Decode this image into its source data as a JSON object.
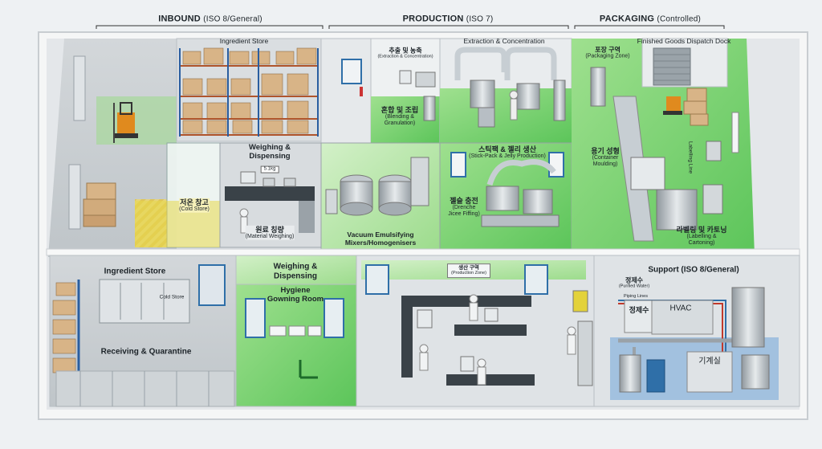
{
  "zones": {
    "inbound": {
      "name": "INBOUND",
      "qualifier": "(ISO 8/General)"
    },
    "production": {
      "name": "PRODUCTION",
      "qualifier": "(ISO 7)"
    },
    "packaging": {
      "name": "PACKAGING",
      "qualifier": "(Controlled)"
    }
  },
  "rooms": {
    "ingredient_store_top": "Ingredient Store",
    "weighing_top": "Weighing &\nDispensing",
    "weighing_tag": "5.1kg",
    "cold_store": {
      "ko": "저온 창고",
      "en": "(Cold Store)"
    },
    "material_weighing": {
      "ko": "원료 칭량",
      "en": "(Material Weighing)"
    },
    "extraction_small": {
      "ko": "추출 및 농축",
      "en": "(Extraction & Concentration)"
    },
    "blending": {
      "ko": "혼합 및 조립",
      "en": "(Blending &\nGranulation)"
    },
    "extraction_main": "Extraction & Concentration",
    "vacuum": "Vacuum Emulsifying\nMixers/Homogenisers",
    "stickpack": {
      "ko": "스틱팩 & 젤리 생산",
      "en": "(Stick-Pack & Jelly Production)"
    },
    "juice": {
      "ko": "젤슬 충전",
      "en": "(Drenche\nJicee Fiffing)"
    },
    "packaging_zone": {
      "ko": "포장 구역",
      "en": "(Packaging Zone)"
    },
    "dispatch": "Finished Goods Dispatch Dock",
    "container": {
      "ko": "용기 성형",
      "en": "(Container\nMoulding)"
    },
    "labelling": {
      "ko": "라벨링 및 카토닝",
      "en": "(Labelling &\nCartoning)"
    },
    "conveyor_sign": "Labelling Line",
    "ingredient_store_bottom": "Ingredient Store",
    "cold_store_unit": "Cold Store",
    "receiving": "Receiving & Quarantine",
    "weighing_bottom": "Weighing &\nDispensing",
    "gowning": "Hygiene\nGowning Room",
    "production_zone": {
      "ko": "생산 구역",
      "en": "(Production Zone)"
    },
    "support": "Support (ISO 8/General)",
    "purified_water": {
      "ko": "정제수",
      "en": "(Purified Water)"
    },
    "pipes": "Piping Lines",
    "purified_water_unit": "정제수",
    "hvac": "HVAC",
    "mechanical": "기계실"
  },
  "palette": {
    "floor_green": "#7fd37a",
    "floor_green_light": "#b9e8b0",
    "floor_grey": "#c9ced2",
    "wall": "#f7f8f8",
    "wall_shade": "#d9dde0",
    "door_blue": "#2f6fa8",
    "equipment_steel": "#b7bec4",
    "box_tan": "#d8b487"
  }
}
